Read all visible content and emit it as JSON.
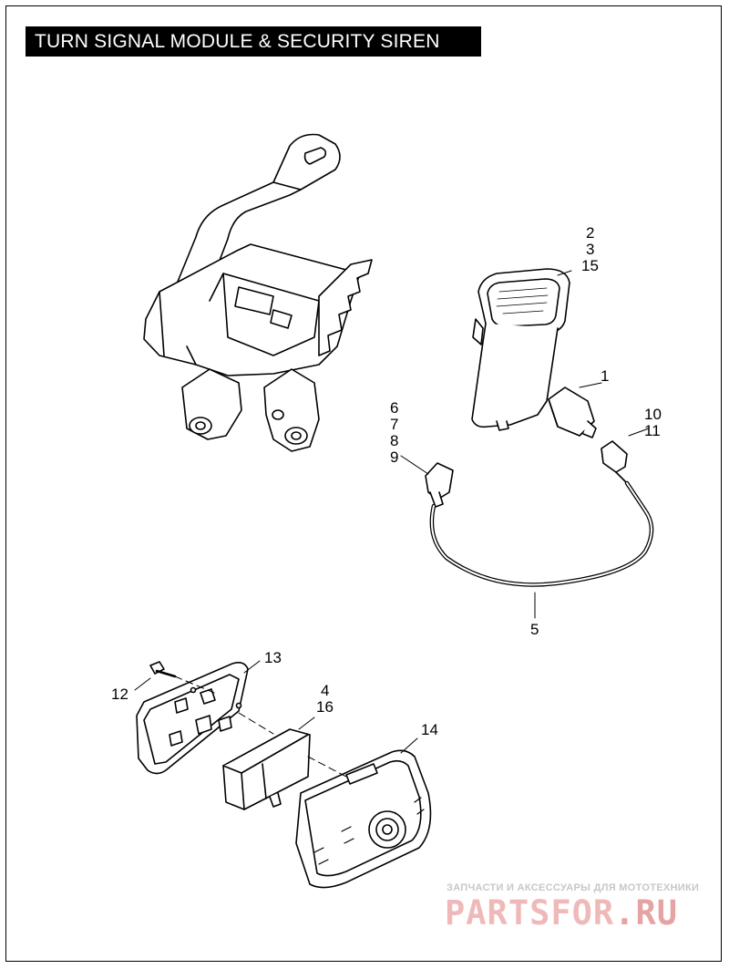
{
  "title": "TURN SIGNAL MODULE & SECURITY SIREN",
  "callouts": {
    "c1": "1",
    "c2": "2",
    "c3": "3",
    "c15": "15",
    "c6": "6",
    "c7": "7",
    "c8": "8",
    "c9": "9",
    "c10": "10",
    "c11": "11",
    "c5": "5",
    "c12": "12",
    "c13": "13",
    "c4": "4",
    "c16": "16",
    "c14": "14"
  },
  "watermark": {
    "tagline": "ЗАПЧАСТИ И АКСЕССУАРЫ ДЛЯ МОТОТЕХНИКИ",
    "brand": "PARTSFOR",
    "domain": ".RU"
  }
}
